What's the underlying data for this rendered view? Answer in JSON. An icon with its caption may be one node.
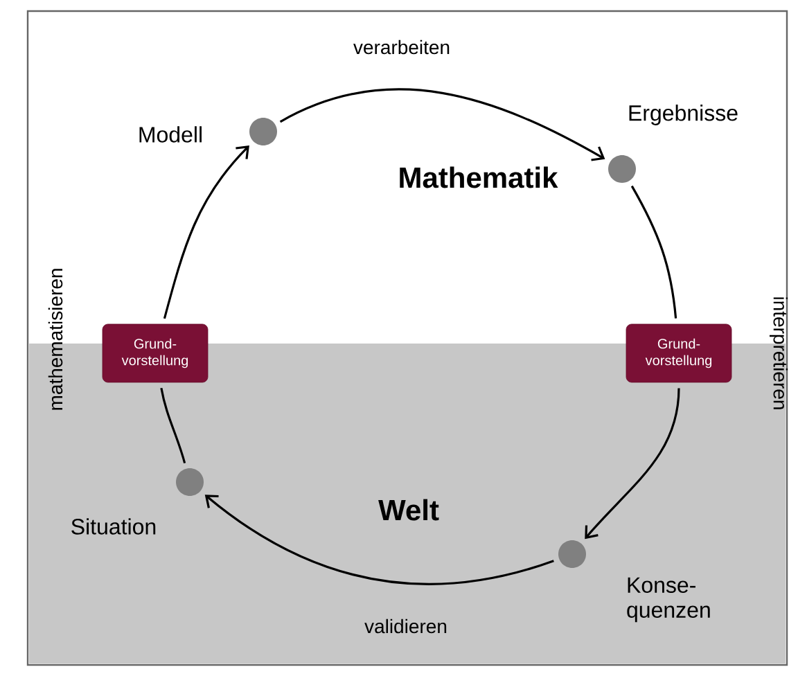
{
  "diagram": {
    "nodes": [
      {
        "text": [],
        "shape": "circle",
        "beside": [
          "Modell"
        ]
      },
      {
        "text": [],
        "shape": "circle",
        "beside": [
          "Ergebnisse"
        ]
      },
      {
        "text": [
          "Grund- vorstellung"
        ]
      },
      {
        "text": [
          "Grund- vorstellung"
        ]
      },
      {
        "text": [],
        "shape": "circle",
        "beside": [
          "Situation"
        ]
      },
      {
        "text": [],
        "shape": "circle",
        "beside": [
          "Konse- quenzen"
        ]
      }
    ],
    "edges": [
      {
        "from": 0,
        "to": 1,
        "arrow": "to",
        "label": "verarbeiten"
      },
      {
        "from": 1,
        "to": 3,
        "arrow": "none",
        "label": "interpretieren"
      },
      {
        "from": 3,
        "to": 5,
        "arrow": "to"
      },
      {
        "from": 5,
        "to": 4,
        "arrow": "to",
        "label": "validieren"
      },
      {
        "from": 4,
        "to": 2,
        "arrow": "none"
      },
      {
        "from": 2,
        "to": 0,
        "arrow": "to"
      }
    ],
    "labels": [
      "mathematisieren",
      "Mathematik",
      "Welt"
    ]
  }
}
